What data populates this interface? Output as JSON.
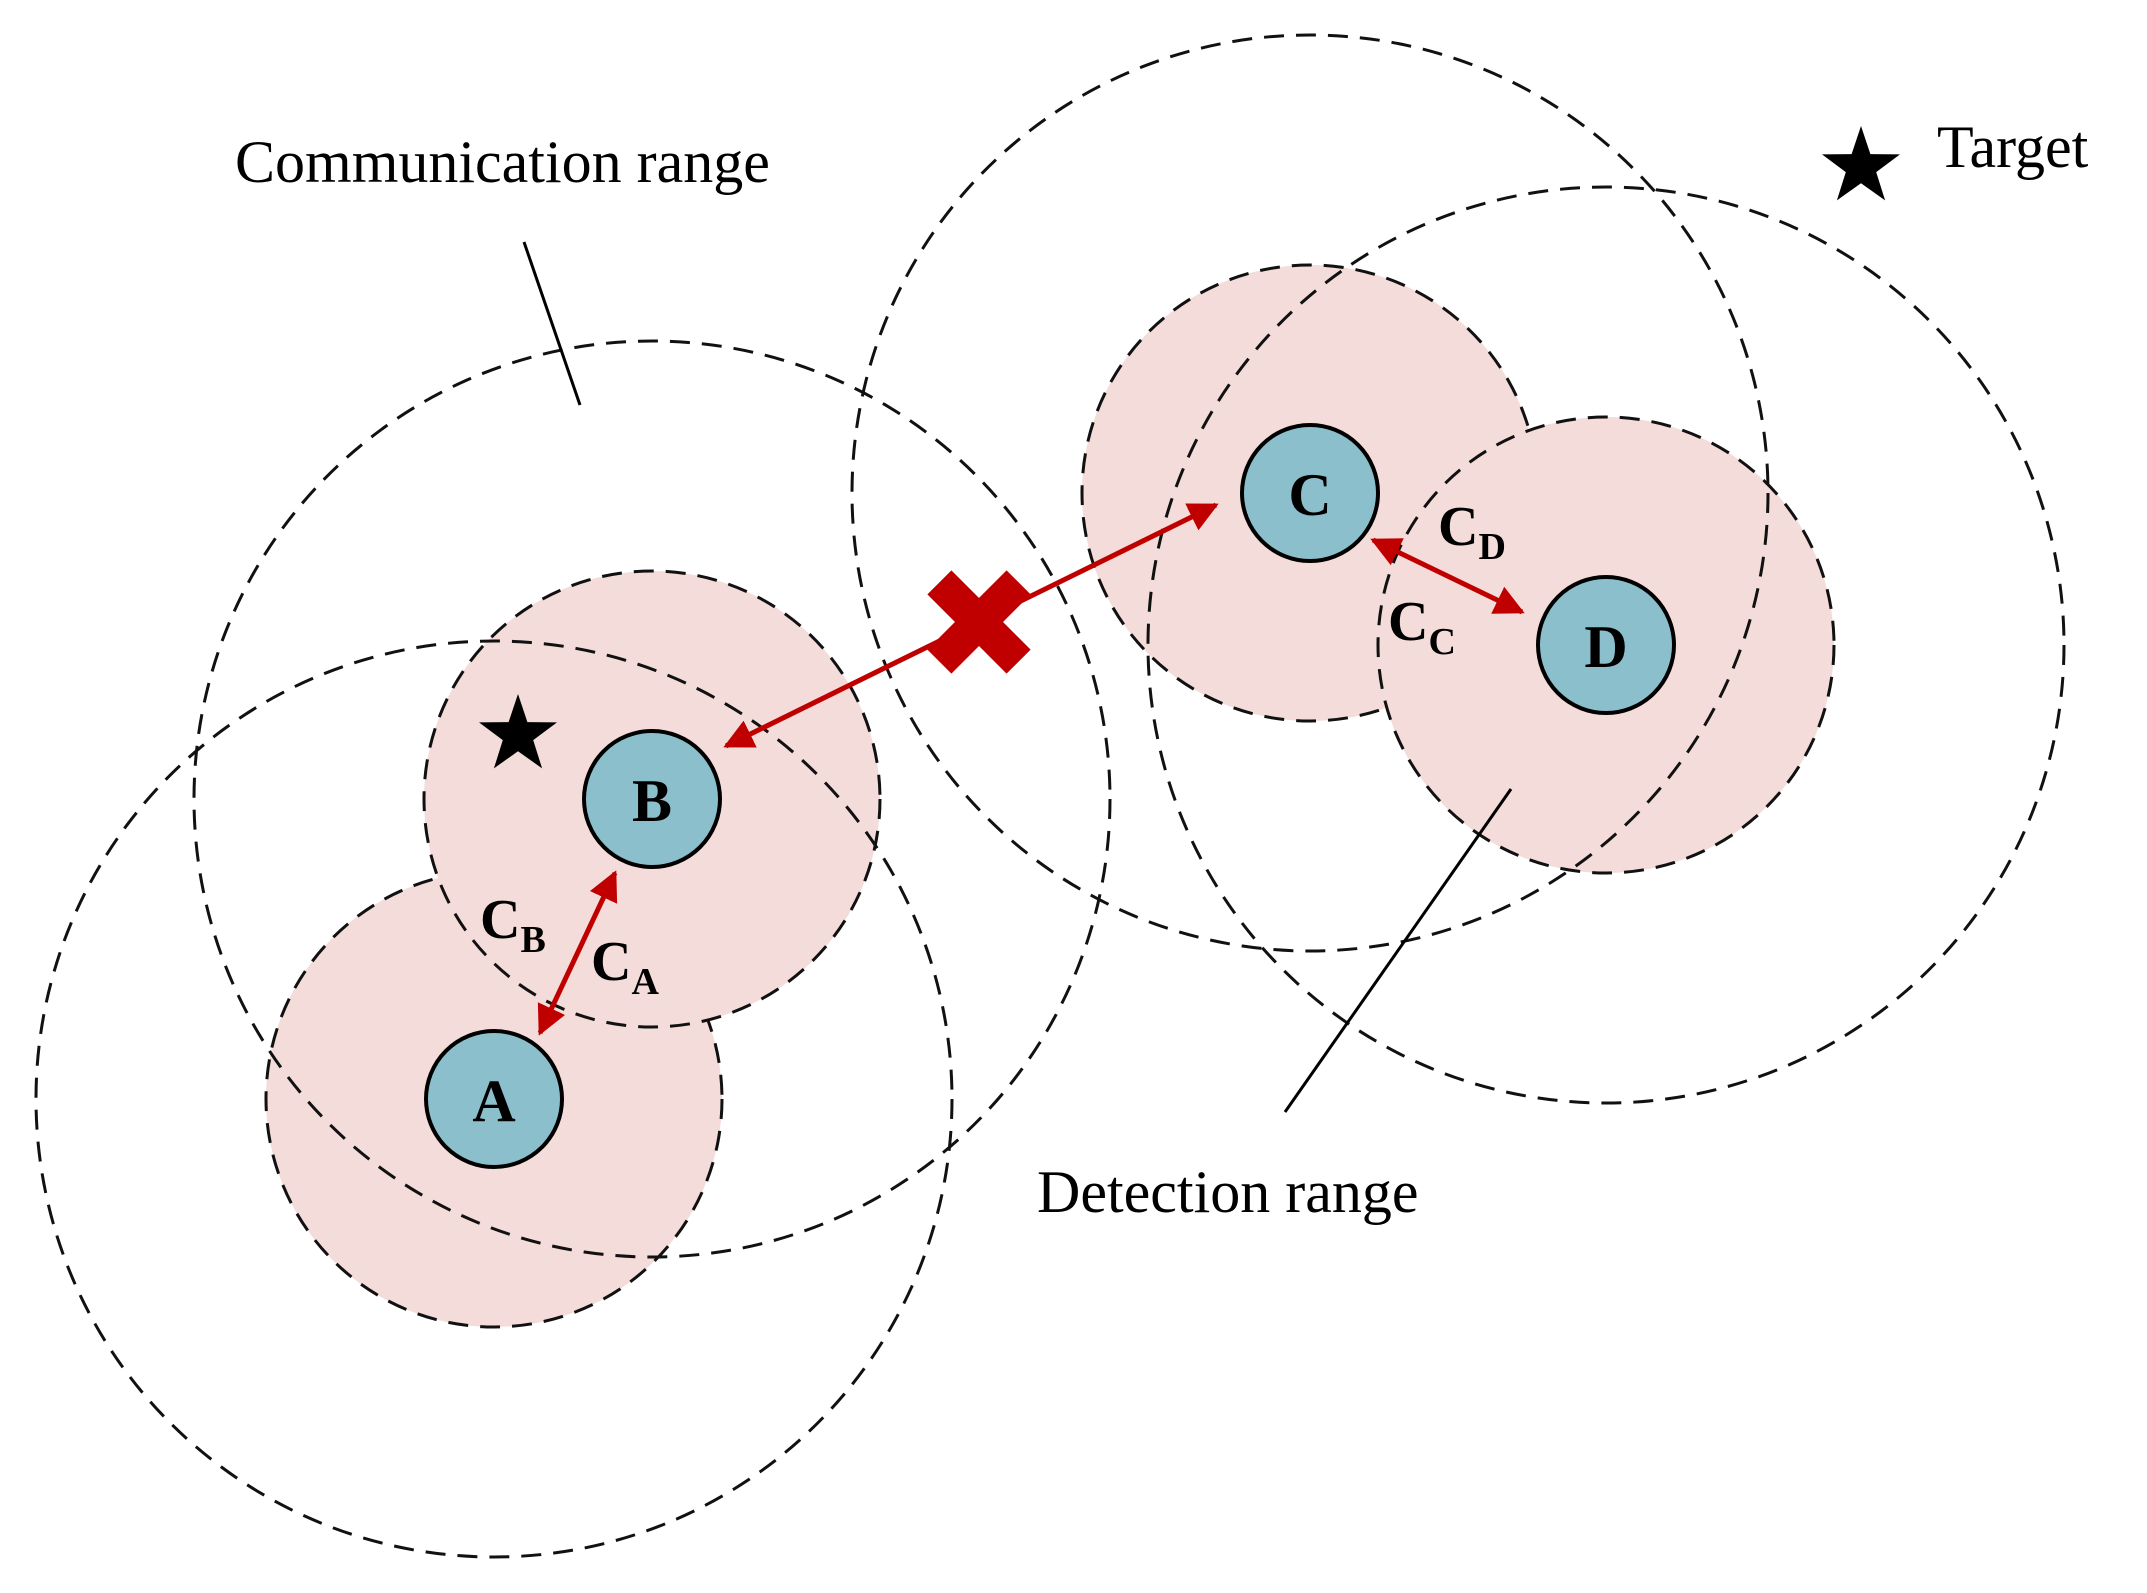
{
  "labels": {
    "communication_range": "Communication range",
    "detection_range": "Detection range",
    "target_legend": "Target"
  },
  "nodes": [
    {
      "id": "A",
      "label": "A"
    },
    {
      "id": "B",
      "label": "B"
    },
    {
      "id": "C",
      "label": "C"
    },
    {
      "id": "D",
      "label": "D"
    }
  ],
  "link_labels": [
    {
      "base": "C",
      "sub": "B"
    },
    {
      "base": "C",
      "sub": "A"
    },
    {
      "base": "C",
      "sub": "D"
    },
    {
      "base": "C",
      "sub": "C"
    }
  ],
  "colors": {
    "node_fill": "#8bbfcc",
    "detection_fill": "#f3dcd9",
    "arrow": "#c00000",
    "dashed_line": "#111111"
  }
}
